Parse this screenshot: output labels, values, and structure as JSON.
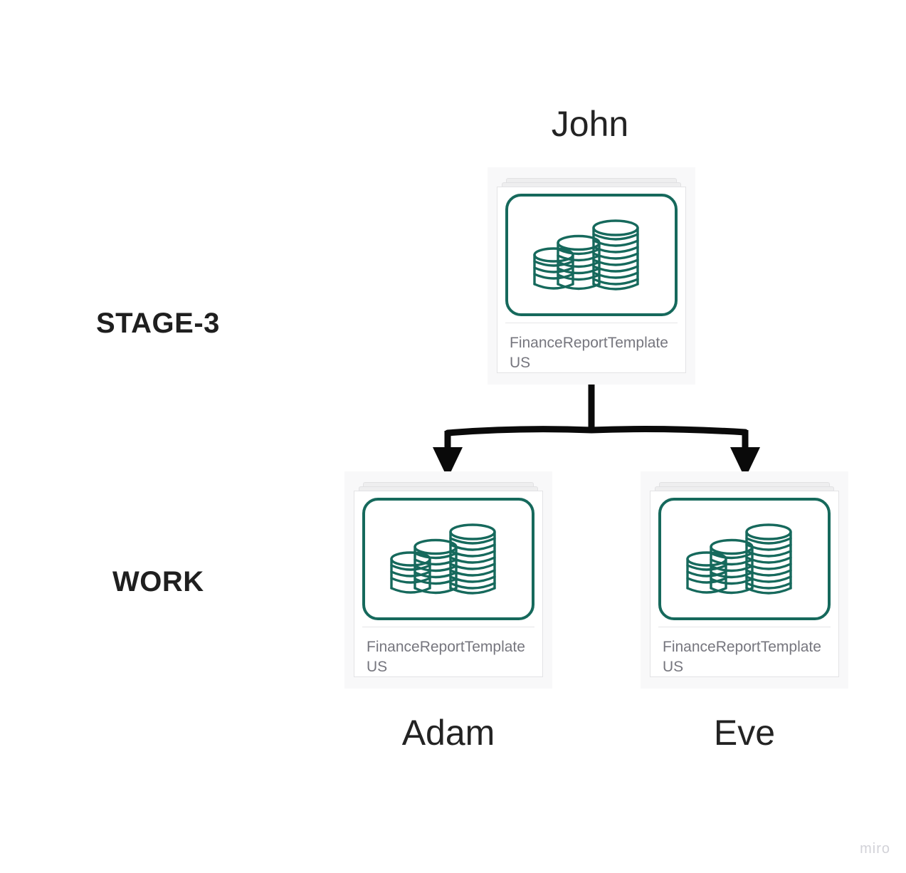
{
  "canvas": {
    "background": "#ffffff",
    "watermark": "miro"
  },
  "colors": {
    "accent_teal": "#16695c",
    "connector_black": "#0a0a0a",
    "label_gray": "#76767e",
    "heading_black": "#1f1f1f",
    "name_gray": "#232323",
    "card_panel": "#f8f8f9",
    "sheet_gray": "#eeeeef",
    "watermark_gray": "#d2d2d8"
  },
  "rows": [
    {
      "id": "stage-3",
      "label": "STAGE-3"
    },
    {
      "id": "work",
      "label": "WORK"
    }
  ],
  "nodes": [
    {
      "id": "john",
      "person": "John",
      "person_position": "above",
      "document": {
        "name": "FinanceReportTemplateUS",
        "icon": "coin-stacks-icon",
        "icon_description": "three stacks of coins increasing in height"
      }
    },
    {
      "id": "adam",
      "person": "Adam",
      "person_position": "below",
      "document": {
        "name": "FinanceReportTemplateUS",
        "icon": "coin-stacks-icon",
        "icon_description": "three stacks of coins increasing in height"
      }
    },
    {
      "id": "eve",
      "person": "Eve",
      "person_position": "below",
      "document": {
        "name": "FinanceReportTemplateUS",
        "icon": "coin-stacks-icon",
        "icon_description": "three stacks of coins increasing in height"
      }
    }
  ],
  "connections": [
    {
      "from": "john",
      "to": "adam",
      "style": "arrow"
    },
    {
      "from": "john",
      "to": "eve",
      "style": "arrow"
    }
  ]
}
